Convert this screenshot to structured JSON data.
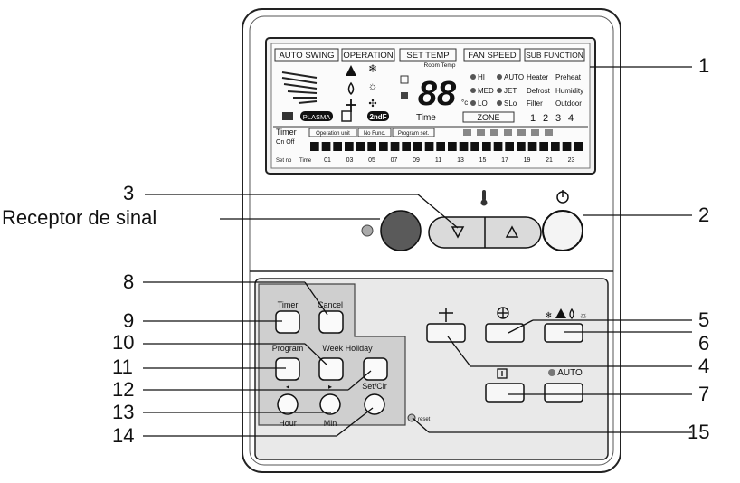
{
  "lcd": {
    "tabs": [
      "AUTO SWING",
      "OPERATION",
      "SET TEMP",
      "FAN SPEED",
      "SUB FUNCTION"
    ],
    "room_temp": "Room Temp",
    "digits": "88",
    "degree": "°c",
    "fan_hi": "HI",
    "fan_med": "MED",
    "fan_lo": "LO",
    "fan_auto": "AUTO",
    "fan_jet": "JET",
    "fan_slo": "SLo",
    "sub_heater": "Heater",
    "sub_preheat": "Preheat",
    "sub_defrost": "Defrost",
    "sub_humidity": "Humidity",
    "sub_filter": "Filter",
    "sub_outdoor": "Outdoor",
    "plasma": "PLASMA",
    "second_f": "2ndF",
    "time": "Time",
    "zone": "ZONE",
    "zones": [
      "1",
      "2",
      "3",
      "4"
    ],
    "timer": "Timer",
    "on_off": "On  Off",
    "operation_unit": "Operation unit",
    "no_func": "No Func.",
    "program_set": "Program set.",
    "set_no": "Set no",
    "time_label": "Time",
    "hours": [
      "01",
      "03",
      "05",
      "07",
      "09",
      "11",
      "13",
      "15",
      "17",
      "19",
      "21",
      "23"
    ]
  },
  "panel": {
    "timer": "Timer",
    "cancel": "Cancel",
    "program": "Program",
    "week_holiday": "Week Holiday",
    "set_clr": "Set/Clr",
    "hour": "Hour",
    "min": "Min",
    "reset": "reset",
    "auto": "AUTO"
  },
  "callouts": {
    "receptor": "Receptor de sinal",
    "c1": "1",
    "c2": "2",
    "c3": "3",
    "c4": "4",
    "c5": "5",
    "c6": "6",
    "c7": "7",
    "c8": "8",
    "c9": "9",
    "c10": "10",
    "c11": "11",
    "c12": "12",
    "c13": "13",
    "c14": "14",
    "c15": "15"
  }
}
